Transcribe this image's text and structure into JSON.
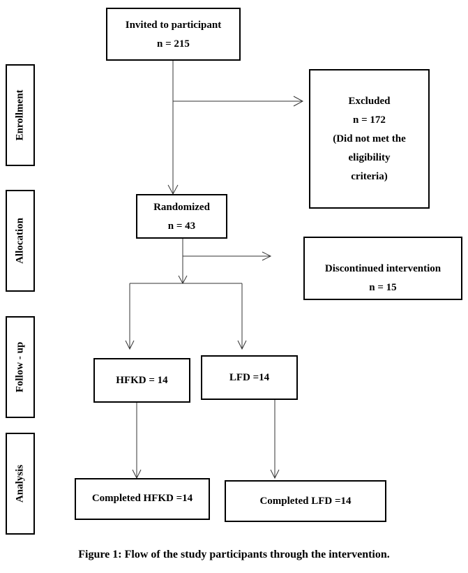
{
  "stages": {
    "enrollment": "Enrollment",
    "allocation": "Allocation",
    "follow_up": "Follow - up",
    "analysis": "Analysis"
  },
  "boxes": {
    "invited": {
      "title": "Invited to participant",
      "count": "n = 215"
    },
    "excluded": {
      "title": "Excluded",
      "count": "n = 172",
      "reason_1": "(Did not met the",
      "reason_2": "eligibility",
      "reason_3": "criteria)"
    },
    "randomized": {
      "title": "Randomized",
      "count": "n = 43"
    },
    "discontinued": {
      "title": "Discontinued intervention",
      "count": "n = 15"
    },
    "hfkd": {
      "label": "HFKD = 14"
    },
    "lfd": {
      "label": "LFD =14"
    },
    "completed_hfkd": {
      "label": "Completed HFKD =14"
    },
    "completed_lfd": {
      "label": "Completed LFD =14"
    }
  },
  "caption": "Figure 1: Flow of the study participants through the intervention."
}
